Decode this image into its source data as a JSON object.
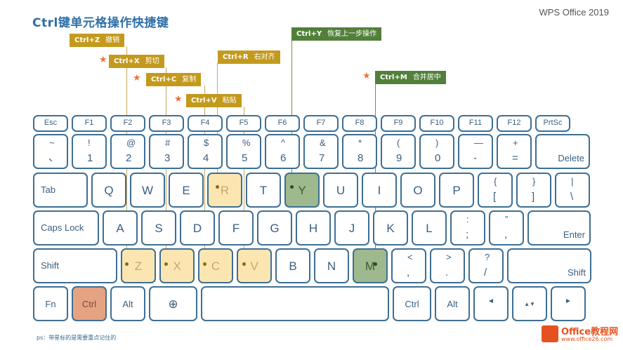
{
  "title": "Ctrl键单元格操作快捷键",
  "brand": "WPS Office 2019",
  "note": "ps：带星标的是需要重点记住的",
  "logo": {
    "name": "Office教程网",
    "url": "www.office26.com"
  },
  "shortcuts": [
    {
      "combo": "Ctrl+Z",
      "action": "撤销",
      "starred": false
    },
    {
      "combo": "Ctrl+X",
      "action": "剪切",
      "starred": true
    },
    {
      "combo": "Ctrl+C",
      "action": "复制",
      "starred": true
    },
    {
      "combo": "Ctrl+V",
      "action": "粘贴",
      "starred": true
    },
    {
      "combo": "Ctrl+R",
      "action": "右对齐",
      "starred": false
    },
    {
      "combo": "Ctrl+Y",
      "action": "恢复上一步操作",
      "starred": false
    },
    {
      "combo": "Ctrl+M",
      "action": "合并居中",
      "starred": true
    }
  ],
  "keyboard": {
    "row0": [
      "Esc",
      "F1",
      "F2",
      "F3",
      "F4",
      "F5",
      "F6",
      "F7",
      "F8",
      "F9",
      "F10",
      "F11",
      "F12",
      "PrtSc"
    ],
    "row1": [
      {
        "up": "~",
        "dn": "、"
      },
      {
        "up": "!",
        "dn": "1"
      },
      {
        "up": "@",
        "dn": "2"
      },
      {
        "up": "#",
        "dn": "3"
      },
      {
        "up": "$",
        "dn": "4"
      },
      {
        "up": "%",
        "dn": "5"
      },
      {
        "up": "^",
        "dn": "6"
      },
      {
        "up": "&",
        "dn": "7"
      },
      {
        "up": "*",
        "dn": "8"
      },
      {
        "up": "(",
        "dn": "9"
      },
      {
        "up": ")",
        "dn": "0"
      },
      {
        "up": "—",
        "dn": "-"
      },
      {
        "up": "+",
        "dn": "="
      },
      {
        "up": "",
        "dn": "Delete"
      }
    ],
    "row2": [
      "Tab",
      "Q",
      "W",
      "E",
      "R",
      "T",
      "Y",
      "U",
      "I",
      "O",
      "P",
      {
        "up": "{",
        "dn": "["
      },
      {
        "up": "}",
        "dn": "]"
      },
      {
        "up": "|",
        "dn": "\\"
      }
    ],
    "row3": [
      "Caps Lock",
      "A",
      "S",
      "D",
      "F",
      "G",
      "H",
      "J",
      "K",
      "L",
      {
        "up": ":",
        "dn": ";"
      },
      {
        "up": "”",
        "dn": ","
      },
      "Enter"
    ],
    "row4": [
      "Shift",
      "Z",
      "X",
      "C",
      "V",
      "B",
      "N",
      "M",
      {
        "up": "<",
        "dn": ","
      },
      {
        "up": ">",
        "dn": "."
      },
      {
        "up": "?",
        "dn": "/"
      },
      "Shift"
    ],
    "row5": [
      "Fn",
      "Ctrl",
      "Alt",
      "⊕",
      "",
      "Ctrl",
      "Alt",
      "◄",
      "▲▼",
      "►"
    ]
  },
  "colors": {
    "key_border": "#3e6f94",
    "highlight_yellow": "#fbe6b2",
    "highlight_green": "#9eb98d",
    "highlight_orange": "#e6a383",
    "tag_gold": "#c39a1d",
    "tag_green": "#52803a",
    "star": "#e8743b",
    "title": "#2f6fa8"
  }
}
